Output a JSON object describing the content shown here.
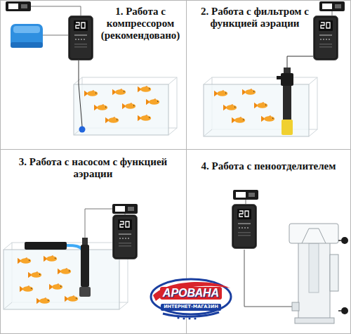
{
  "diagram": {
    "nodes": [
      {
        "text": [
          "1. Работа с компрессором (рекомендовано)"
        ]
      },
      {
        "text": [
          "2. Работа с фильтром с функцией аэрации"
        ]
      },
      {
        "text": [
          "3. Работа с насосом с функцией аэрации"
        ]
      },
      {
        "text": [
          "4. Работа с пеноотделителем"
        ]
      }
    ],
    "labels": [
      "АРОВАНА",
      "ИНТЕРНЕТ-МАГАЗИН"
    ]
  }
}
